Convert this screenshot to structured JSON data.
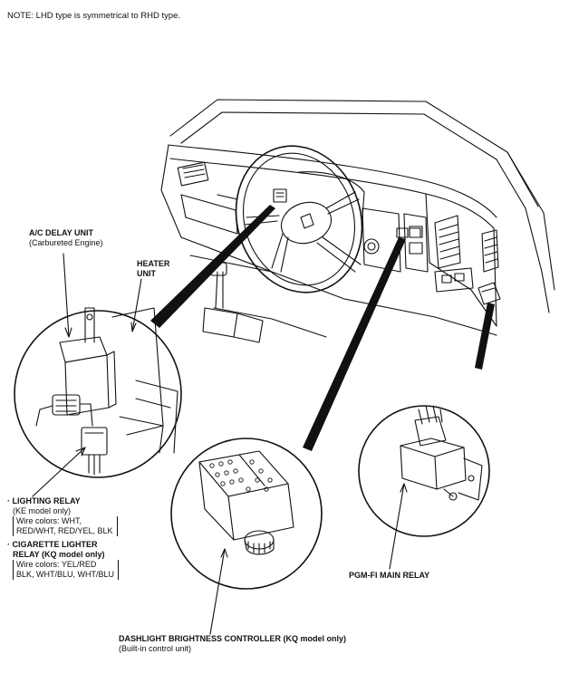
{
  "note": "NOTE: LHD type is symmetrical to RHD type.",
  "labels": {
    "ac_delay_title": "A/C DELAY UNIT",
    "ac_delay_sub": "(Carbureted Engine)",
    "heater_1": "HEATER",
    "heater_2": "UNIT",
    "lighting_relay": "· LIGHTING RELAY",
    "lighting_model": "(KE model only)",
    "lighting_wire_1": "Wire colors: WHT,",
    "lighting_wire_2": "RED/WHT, RED/YEL, BLK",
    "cig_relay_1": "· CIGARETTE LIGHTER",
    "cig_relay_2": "RELAY (KQ model only)",
    "cig_wire_1": "Wire colors: YEL/RED",
    "cig_wire_2": "BLK, WHT/BLU, WHT/BLU",
    "pgm_fi": "PGM-FI MAIN RELAY",
    "dash_ctrl": "DASHLIGHT BRIGHTNESS CONTROLLER (KQ model only)",
    "dash_sub": "(Built-in control unit)"
  },
  "colors": {
    "ink": "#111111",
    "paper": "#ffffff"
  }
}
